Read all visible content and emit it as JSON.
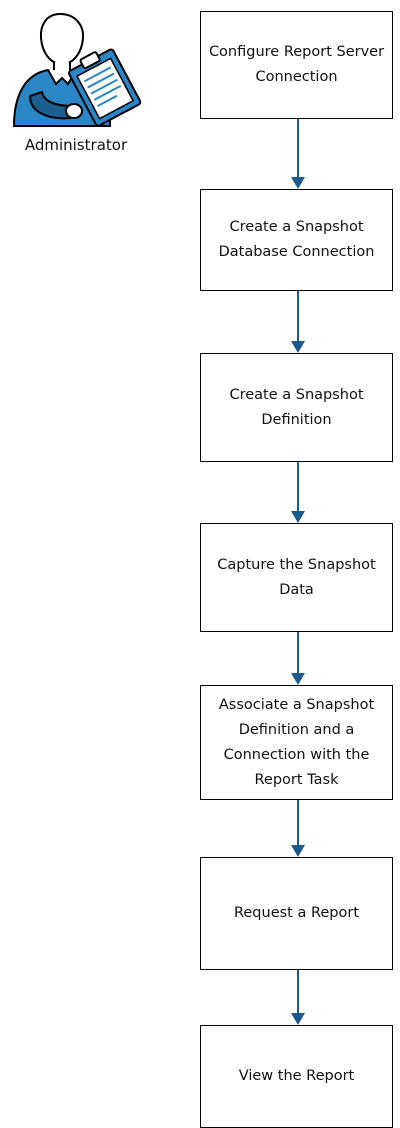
{
  "actor": {
    "label": "Administrator",
    "icon": "administrator-with-clipboard-icon"
  },
  "steps": [
    {
      "label": "Configure Report Server Connection"
    },
    {
      "label": "Create a Snapshot Database Connection"
    },
    {
      "label": "Create a Snapshot Definition"
    },
    {
      "label": "Capture the Snapshot Data"
    },
    {
      "label": "Associate a Snapshot Definition and a Connection with the Report Task"
    },
    {
      "label": "Request a Report"
    },
    {
      "label": "View the Report"
    }
  ],
  "colors": {
    "connector": "#1a5a8c",
    "box_border": "#000000",
    "actor_blue": "#2b86c5",
    "actor_dark": "#1c5d8f"
  }
}
